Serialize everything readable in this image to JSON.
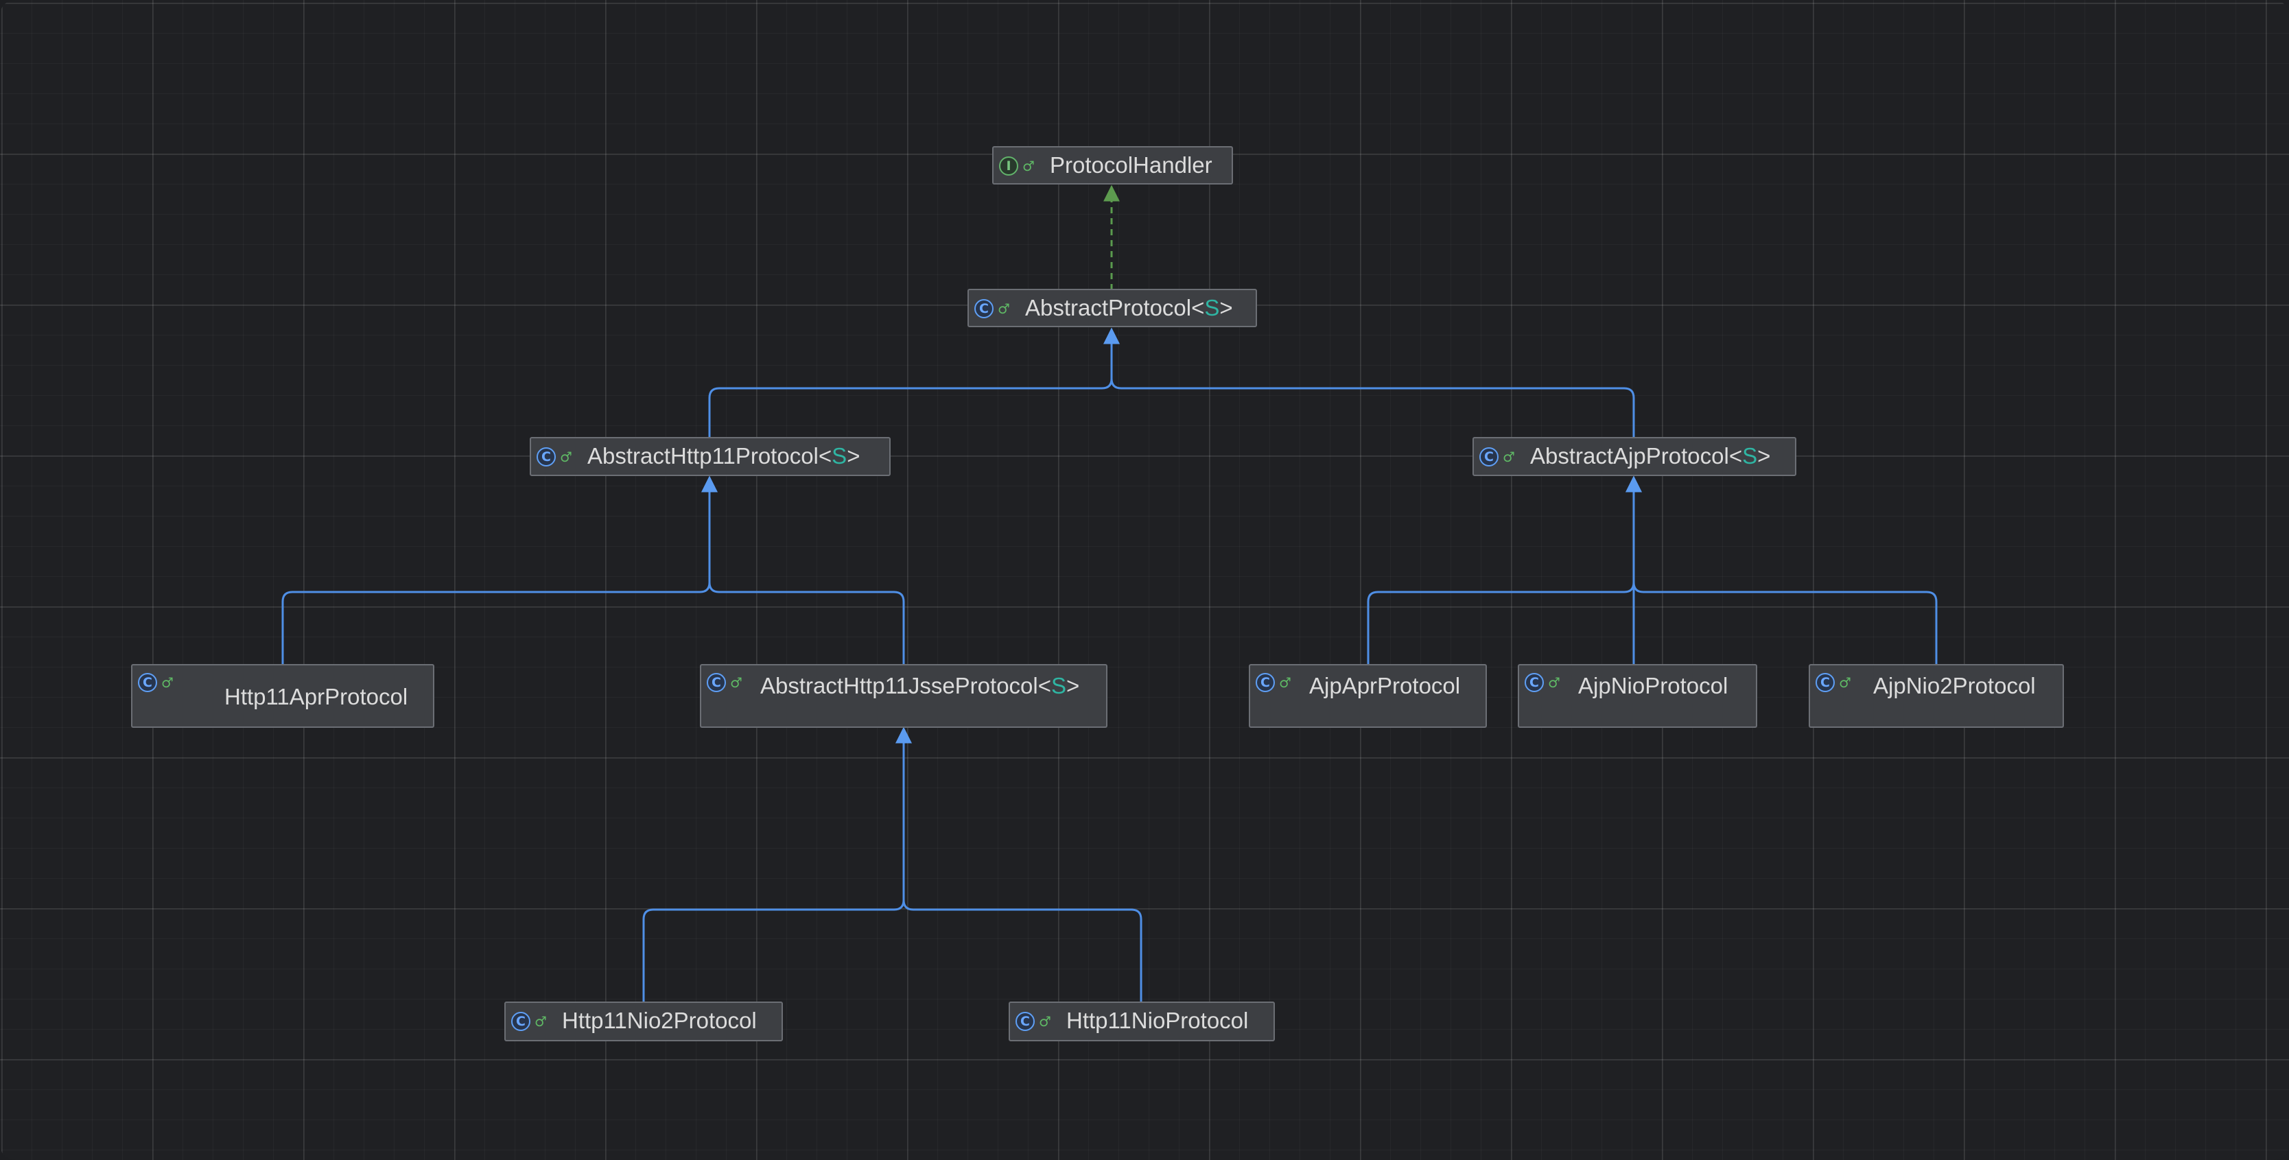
{
  "diagram": {
    "colors": {
      "background": "#1f2023",
      "node_fill": "#3d3f43",
      "node_border": "#6b6e74",
      "text": "#dcdcdc",
      "extends_edge": "#4f8fe6",
      "implements_edge": "#5a9a4e",
      "type_param": "#2fb5a3"
    },
    "nodes": [
      {
        "id": "ProtocolHandler",
        "kind": "interface",
        "kind_glyph": "I",
        "name": "ProtocolHandler",
        "type_param": ""
      },
      {
        "id": "AbstractProtocol",
        "kind": "class",
        "kind_glyph": "C",
        "name": "AbstractProtocol",
        "type_param": "S"
      },
      {
        "id": "AbstractHttp11Protocol",
        "kind": "class",
        "kind_glyph": "C",
        "name": "AbstractHttp11Protocol",
        "type_param": "S"
      },
      {
        "id": "AbstractAjpProtocol",
        "kind": "class",
        "kind_glyph": "C",
        "name": "AbstractAjpProtocol",
        "type_param": "S"
      },
      {
        "id": "Http11AprProtocol",
        "kind": "class",
        "kind_glyph": "C",
        "name": "Http11AprProtocol",
        "type_param": ""
      },
      {
        "id": "AbstractHttp11JsseProtocol",
        "kind": "class",
        "kind_glyph": "C",
        "name": "AbstractHttp11JsseProtocol",
        "type_param": "S"
      },
      {
        "id": "AjpAprProtocol",
        "kind": "class",
        "kind_glyph": "C",
        "name": "AjpAprProtocol",
        "type_param": ""
      },
      {
        "id": "AjpNioProtocol",
        "kind": "class",
        "kind_glyph": "C",
        "name": "AjpNioProtocol",
        "type_param": ""
      },
      {
        "id": "AjpNio2Protocol",
        "kind": "class",
        "kind_glyph": "C",
        "name": "AjpNio2Protocol",
        "type_param": ""
      },
      {
        "id": "Http11Nio2Protocol",
        "kind": "class",
        "kind_glyph": "C",
        "name": "Http11Nio2Protocol",
        "type_param": ""
      },
      {
        "id": "Http11NioProtocol",
        "kind": "class",
        "kind_glyph": "C",
        "name": "Http11NioProtocol",
        "type_param": ""
      }
    ],
    "edges": [
      {
        "from": "AbstractProtocol",
        "to": "ProtocolHandler",
        "type": "implements"
      },
      {
        "from": "AbstractHttp11Protocol",
        "to": "AbstractProtocol",
        "type": "extends"
      },
      {
        "from": "AbstractAjpProtocol",
        "to": "AbstractProtocol",
        "type": "extends"
      },
      {
        "from": "Http11AprProtocol",
        "to": "AbstractHttp11Protocol",
        "type": "extends"
      },
      {
        "from": "AbstractHttp11JsseProtocol",
        "to": "AbstractHttp11Protocol",
        "type": "extends"
      },
      {
        "from": "AjpAprProtocol",
        "to": "AbstractAjpProtocol",
        "type": "extends"
      },
      {
        "from": "AjpNioProtocol",
        "to": "AbstractAjpProtocol",
        "type": "extends"
      },
      {
        "from": "AjpNio2Protocol",
        "to": "AbstractAjpProtocol",
        "type": "extends"
      },
      {
        "from": "Http11Nio2Protocol",
        "to": "AbstractHttp11JsseProtocol",
        "type": "extends"
      },
      {
        "from": "Http11NioProtocol",
        "to": "AbstractHttp11JsseProtocol",
        "type": "extends"
      }
    ]
  }
}
